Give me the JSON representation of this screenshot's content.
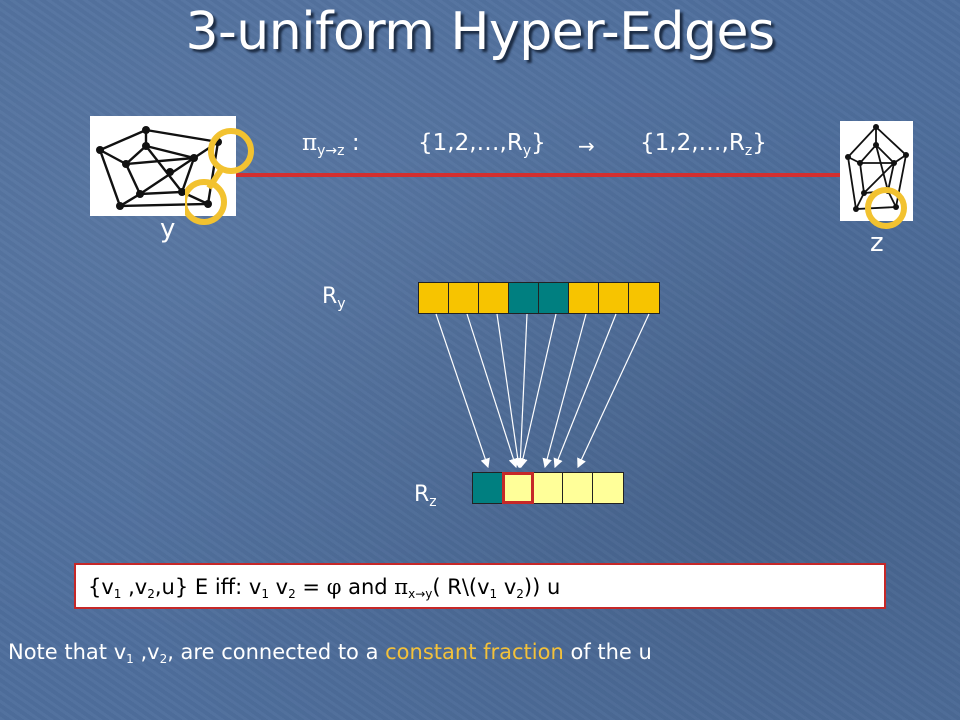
{
  "title": "3-uniform Hyper-Edges",
  "vertices": {
    "left_label": "y",
    "right_label": "z"
  },
  "mapping": {
    "pi": "π",
    "sub_from": "y",
    "sub_arrow": "→",
    "sub_to": "z",
    "colon": ":",
    "domain_prefix": "{1,2,…,R",
    "domain_sub": "y",
    "domain_suffix": "}",
    "arrow": "→",
    "codomain_prefix": "{1,2,…,R",
    "codomain_sub": "z",
    "codomain_suffix": "}"
  },
  "rows": {
    "top": {
      "label_main": "R",
      "label_sub": "y",
      "cells": [
        "yellow",
        "yellow",
        "yellow",
        "teal",
        "teal",
        "yellow",
        "yellow",
        "yellow"
      ]
    },
    "bottom": {
      "label_main": "R",
      "label_sub": "z",
      "cells": [
        "teal",
        "lightyellow",
        "lightyellow",
        "lightyellow",
        "lightyellow"
      ],
      "highlighted_index": 1
    }
  },
  "formula": {
    "part1": "{v",
    "s1": "1",
    "part2": " ,v",
    "s2": "2",
    "part3": ",u} ",
    "missing_glyph_1": "",
    "part4": "E  iff:  v",
    "s3": "1",
    "missing_glyph_2": " ",
    "part5": " v",
    "s4": "2",
    "part6": " = ",
    "phi": "φ",
    "part7": "  and ",
    "pi": "π",
    "sub_from": "x",
    "sub_arrow": "→",
    "sub_to": "y",
    "part8": "( R\\(v",
    "s5": "1",
    "missing_glyph_3": " ",
    "part9": " v",
    "s6": "2",
    "part10": "))",
    "missing_glyph_4": " ",
    "part11": " u"
  },
  "note": {
    "part1": "Note that v",
    "s1": "1",
    "part2": " ,v",
    "s2": "2",
    "part3": ", are connected to a ",
    "highlight": "constant fraction",
    "part4": " of the u"
  },
  "colors": {
    "background": "#4f6f9d",
    "yellow": "#f7c400",
    "teal": "#007f80",
    "lightyellow": "#ffff99",
    "edge_red": "#d32f2f",
    "highlight_red": "#c62828",
    "circle_yellow": "#f2c230",
    "accent_text": "#f3c13a"
  }
}
